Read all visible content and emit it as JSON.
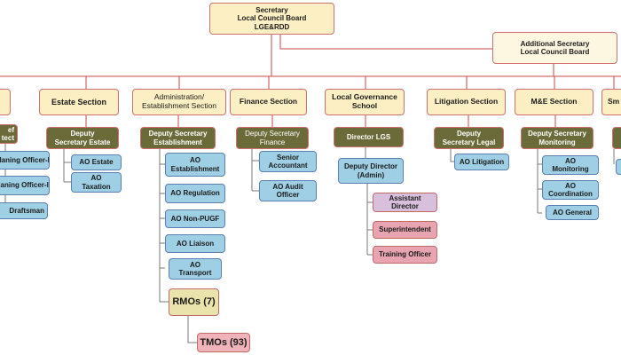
{
  "top": {
    "l1": "Secretary",
    "l2": "Local Council Board",
    "l3": "LGE&RDD"
  },
  "addl": {
    "l1": "Additional Secretary",
    "l2": "Local Council Board"
  },
  "sections": {
    "planning_partial": "",
    "estate": "Estate Section",
    "admin_l1": "Administration/",
    "admin_l2": "Establishment Section",
    "finance": "Finance Section",
    "lgs_l1": "Local Governance",
    "lgs_l2": "School",
    "litigation": "Litigation Section",
    "me": "M&E Section",
    "small_partial": "Sm"
  },
  "heads": {
    "chief_l1": "ef",
    "chief_l2": "tect",
    "estate_l1": "Deputy",
    "estate_l2": "Secretary Estate",
    "admin_l1": "Deputy Secretary",
    "admin_l2": "Establishment",
    "finance_l1": "Deputy Secretary",
    "finance_l2": "Finance",
    "lgs": "Director LGS",
    "lgs_dd_l1": "Deputy Director",
    "lgs_dd_l2": "(Admin)",
    "legal_l1": "Deputy",
    "legal_l2": "Secretary Legal",
    "monitoring_l1": "Deputy Secretary",
    "monitoring_l2": "Monitoring"
  },
  "staff": {
    "planning1": "Planing Officer-I",
    "planning2": "Planing Officer-II",
    "draftsman": "Draftsman",
    "ao_estate": "AO Estate",
    "ao_taxation_l1": "AO",
    "ao_taxation_l2": "Taxation",
    "ao_establishment_l1": "AO",
    "ao_establishment_l2": "Establishment",
    "ao_regulation": "AO Regulation",
    "ao_nonpugf": "AO Non-PUGF",
    "ao_liaison": "AO Liaison",
    "ao_transport_l1": "AO",
    "ao_transport_l2": "Transport",
    "rmos": "RMOs (7)",
    "tmos": "TMOs (93)",
    "senior_acct_l1": "Senior",
    "senior_acct_l2": "Accountant",
    "audit_l1": "AO Audit",
    "audit_l2": "Officer",
    "asst_dir_l1": "Assistant",
    "asst_dir_l2": "Director",
    "superintendent": "Superintendent",
    "training": "Training Officer",
    "ao_litigation": "AO Litigation",
    "ao_monitoring_l1": "AO",
    "ao_monitoring_l2": "Monitoring",
    "ao_coord_l1": "AO",
    "ao_coord_l2": "Coordination",
    "ao_general": "AO General"
  }
}
